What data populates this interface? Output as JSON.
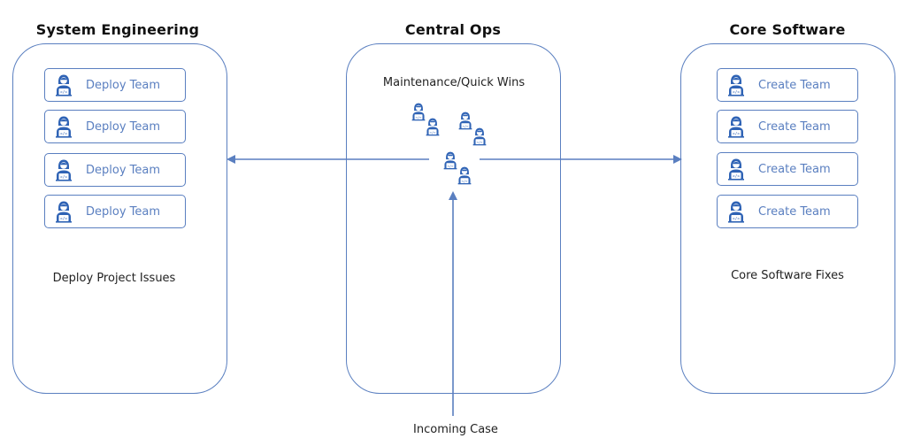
{
  "columns": {
    "left": {
      "title": "System Engineering",
      "teams": [
        "Deploy Team",
        "Deploy Team",
        "Deploy Team",
        "Deploy Team"
      ],
      "caption": "Deploy Project Issues"
    },
    "center": {
      "title": "Central Ops",
      "caption": "Maintenance/Quick Wins"
    },
    "right": {
      "title": "Core Software",
      "teams": [
        "Create Team",
        "Create Team",
        "Create Team",
        "Create Team"
      ],
      "caption": "Core Software Fixes"
    }
  },
  "incoming_label": "Incoming Case",
  "icons": {
    "team": "developer-person-icon"
  },
  "colors": {
    "accent": "#5a7fc0",
    "icon_fill": "#2f63b5"
  }
}
